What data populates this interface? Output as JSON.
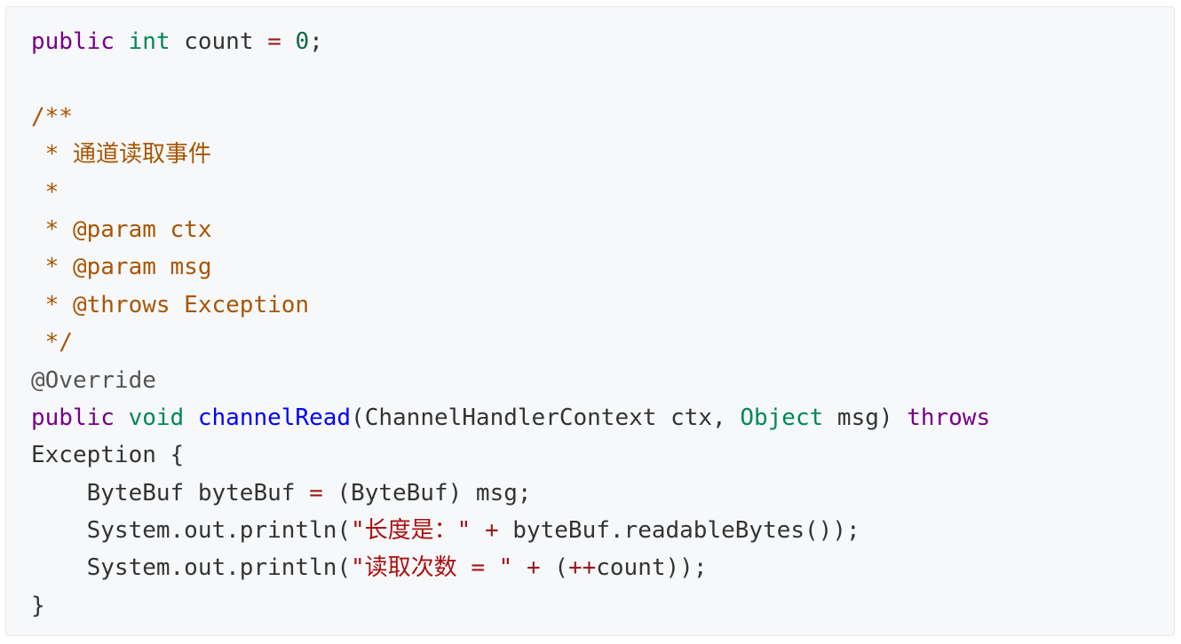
{
  "code_block": {
    "lines": [
      [
        {
          "text": "public",
          "type": "keyword"
        },
        {
          "text": " ",
          "type": "default"
        },
        {
          "text": "int",
          "type": "type"
        },
        {
          "text": " count ",
          "type": "default"
        },
        {
          "text": "=",
          "type": "operator"
        },
        {
          "text": " ",
          "type": "default"
        },
        {
          "text": "0",
          "type": "number"
        },
        {
          "text": ";",
          "type": "default"
        }
      ],
      [],
      [
        {
          "text": "/**",
          "type": "comment"
        }
      ],
      [
        {
          "text": " * 通道读取事件",
          "type": "comment"
        }
      ],
      [
        {
          "text": " *",
          "type": "comment"
        }
      ],
      [
        {
          "text": " * @param ctx",
          "type": "comment"
        }
      ],
      [
        {
          "text": " * @param msg",
          "type": "comment"
        }
      ],
      [
        {
          "text": " * @throws Exception",
          "type": "comment"
        }
      ],
      [
        {
          "text": " */",
          "type": "comment"
        }
      ],
      [
        {
          "text": "@Override",
          "type": "meta"
        }
      ],
      [
        {
          "text": "public",
          "type": "keyword"
        },
        {
          "text": " ",
          "type": "default"
        },
        {
          "text": "void",
          "type": "type"
        },
        {
          "text": " ",
          "type": "default"
        },
        {
          "text": "channelRead",
          "type": "def"
        },
        {
          "text": "(ChannelHandlerContext ctx, ",
          "type": "default"
        },
        {
          "text": "Object",
          "type": "type"
        },
        {
          "text": " msg) ",
          "type": "default"
        },
        {
          "text": "throws",
          "type": "keyword"
        }
      ],
      [
        {
          "text": "Exception {",
          "type": "default"
        }
      ],
      [
        {
          "text": "    ByteBuf byteBuf ",
          "type": "default"
        },
        {
          "text": "=",
          "type": "operator"
        },
        {
          "text": " (ByteBuf) msg;",
          "type": "default"
        }
      ],
      [
        {
          "text": "    System.out.println(",
          "type": "default"
        },
        {
          "text": "\"长度是：\"",
          "type": "string"
        },
        {
          "text": " ",
          "type": "default"
        },
        {
          "text": "+",
          "type": "operator"
        },
        {
          "text": " byteBuf.readableBytes());",
          "type": "default"
        }
      ],
      [
        {
          "text": "    System.out.println(",
          "type": "default"
        },
        {
          "text": "\"读取次数 = \"",
          "type": "string"
        },
        {
          "text": " ",
          "type": "default"
        },
        {
          "text": "+",
          "type": "operator"
        },
        {
          "text": " (",
          "type": "default"
        },
        {
          "text": "++",
          "type": "operator"
        },
        {
          "text": "count));",
          "type": "default"
        }
      ],
      [
        {
          "text": "}",
          "type": "default"
        }
      ]
    ]
  }
}
